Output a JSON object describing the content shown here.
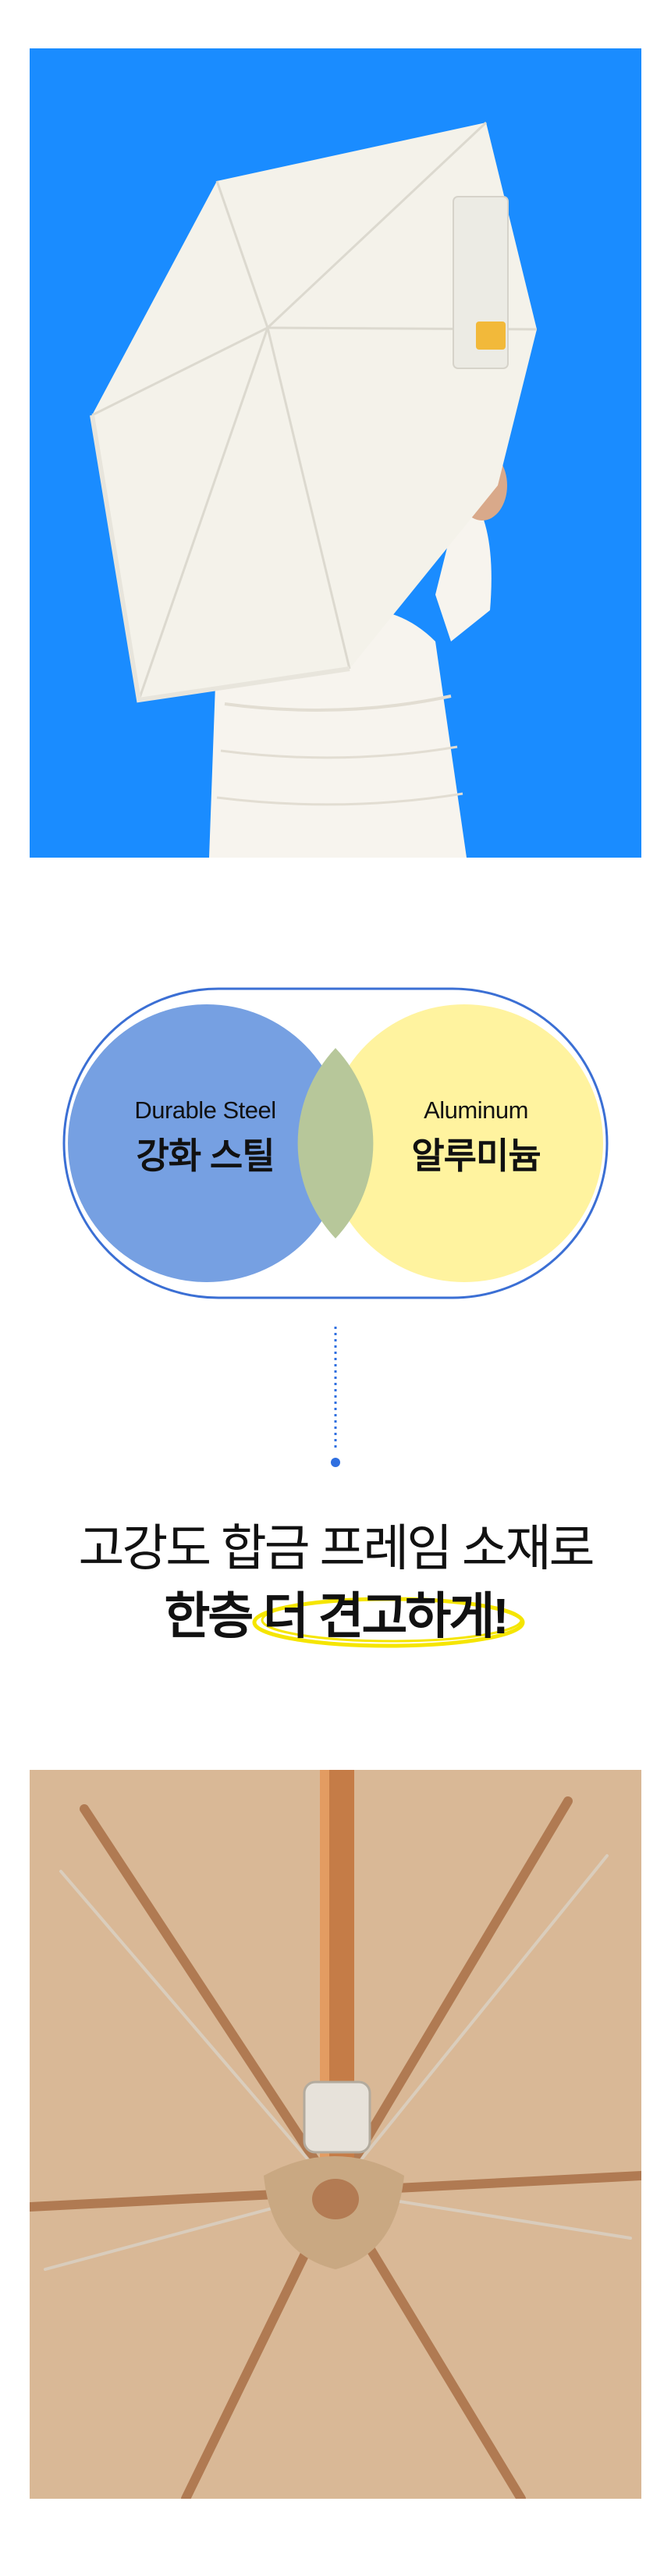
{
  "photo_top": {
    "label": "Umbrella held open against blue background",
    "bg_color": "#1a8cff",
    "canopy_color": "#f4f2ea",
    "tab_label": ""
  },
  "venn": {
    "left": {
      "en": "Durable Steel",
      "ko": "강화 스틸",
      "color": "#6f9be0"
    },
    "right": {
      "en": "Aluminum",
      "ko": "알루미늄",
      "color": "#fff29a"
    },
    "outline_color": "#3b6fd4"
  },
  "headline": {
    "line1": "고강도 합금 프레임 소재로",
    "line2_pre": "한층 ",
    "line2_highlight": "더 견고하게!",
    "highlight_color": "#f5e500"
  },
  "photo_bottom": {
    "label": "Underside frame view of umbrella",
    "canopy_color": "#d9b896",
    "frame_color": "#b07a52"
  }
}
